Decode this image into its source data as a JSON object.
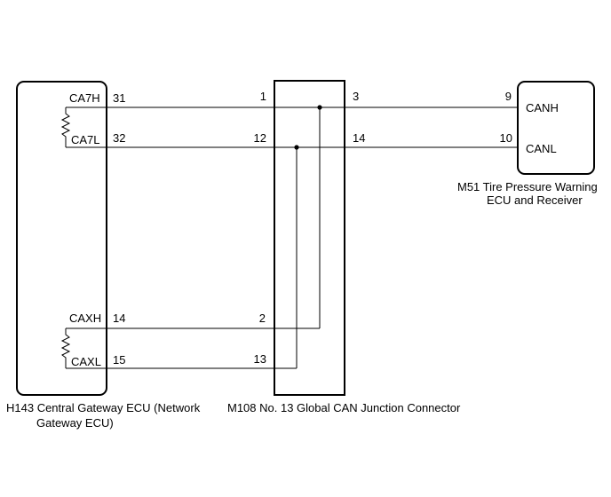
{
  "components": {
    "h143": {
      "label_line1": "H143 Central Gateway ECU (Network",
      "label_line2": "Gateway ECU)",
      "pins": [
        {
          "name": "CA7H",
          "number": "31"
        },
        {
          "name": "CA7L",
          "number": "32"
        },
        {
          "name": "CAXH",
          "number": "14"
        },
        {
          "name": "CAXL",
          "number": "15"
        }
      ]
    },
    "m108": {
      "label": "M108 No. 13 Global CAN Junction Connector",
      "left_pins": [
        "1",
        "12",
        "2",
        "13"
      ],
      "right_pins": [
        "3",
        "14"
      ]
    },
    "m51": {
      "label_line1": "M51  Tire Pressure Warning",
      "label_line2": "ECU and Receiver",
      "pins": [
        {
          "name": "CANH",
          "number": "9"
        },
        {
          "name": "CANL",
          "number": "10"
        }
      ]
    }
  }
}
